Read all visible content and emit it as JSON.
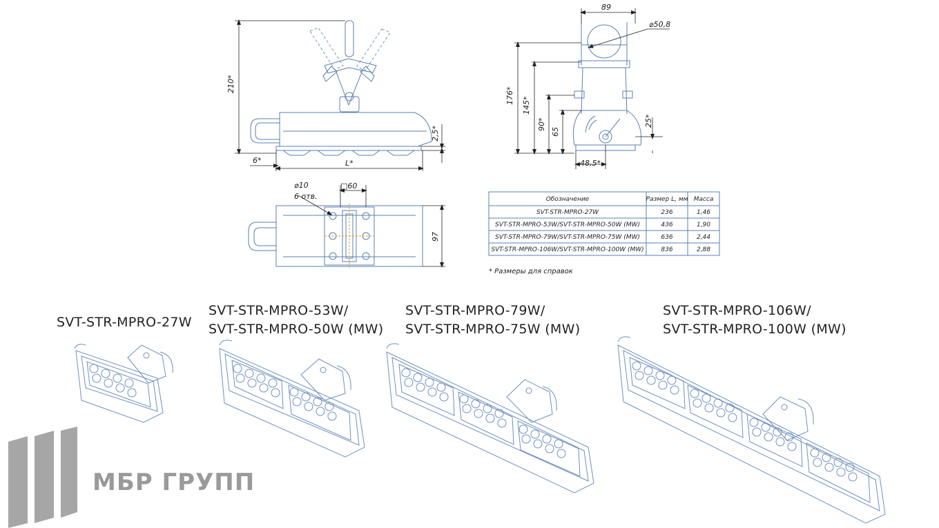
{
  "drawing": {
    "side_view": {
      "height_label": "210*",
      "gap_label": "2,5*",
      "offset_label": "6*",
      "length_label": "L*"
    },
    "end_view": {
      "width_label": "89",
      "diameter_label": "⌀50,8",
      "h1_label": "176*",
      "h2_label": "145*",
      "h3_label": "90*",
      "h4_label": "65",
      "right_label": "25*",
      "bottom_label": "48,5*"
    },
    "top_view": {
      "hole_label": "⌀10",
      "holes_count_label": "6 отв.",
      "square_label": "□60",
      "width_label": "97"
    }
  },
  "spec_table": {
    "headers": [
      "Обозначение",
      "Размер L, мм",
      "Масса"
    ],
    "rows": [
      [
        "SVT-STR-MPRO-27W",
        "236",
        "1,46"
      ],
      [
        "SVT-STR-MPRO-53W/SVT-STR-MPRO-50W (MW)",
        "436",
        "1,90"
      ],
      [
        "SVT-STR-MPRO-79W/SVT-STR-MPRO-75W (MW)",
        "636",
        "2,44"
      ],
      [
        "SVT-STR-MPRO-106W/SVT-STR-MPRO-100W (MW)",
        "836",
        "2,88"
      ]
    ],
    "footnote": "* Размеры для справок"
  },
  "products": [
    {
      "line1": "SVT-STR-MPRO-27W",
      "line2": "",
      "modules": 1
    },
    {
      "line1": "SVT-STR-MPRO-53W/",
      "line2": "SVT-STR-MPRO-50W (MW)",
      "modules": 2
    },
    {
      "line1": "SVT-STR-MPRO-79W/",
      "line2": "SVT-STR-MPRO-75W (MW)",
      "modules": 3
    },
    {
      "line1": "SVT-STR-MPRO-106W/",
      "line2": "SVT-STR-MPRO-100W (MW)",
      "modules": 4
    }
  ],
  "logo": {
    "text": "МБР ГРУПП"
  },
  "colors": {
    "drawing_line": "#5b7fb0",
    "dim_line": "#222222",
    "logo_gray": "#a6a6a6"
  }
}
